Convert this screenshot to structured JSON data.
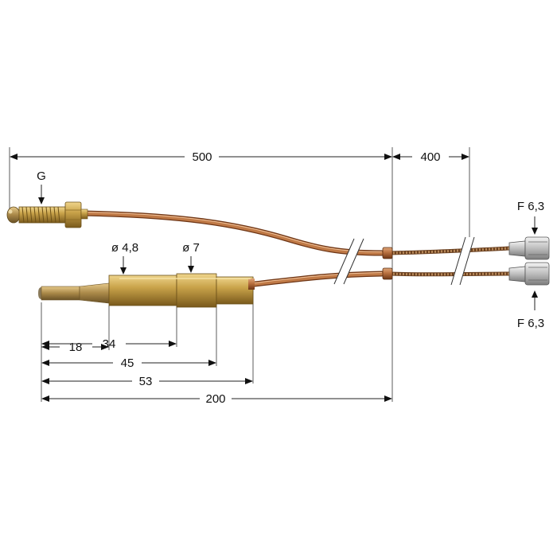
{
  "labels": {
    "thread": "G",
    "dia_bulb": "ø 4,8",
    "dia_sleeve": "ø 7",
    "connector_top": "F 6,3",
    "connector_bottom": "F 6,3"
  },
  "dimensions": {
    "total_length": "500",
    "split_length": "400",
    "bulb_18": "18",
    "bulb_34": "34",
    "bulb_45": "45",
    "bulb_53": "53",
    "bulb_200": "200"
  },
  "colors": {
    "copper": "#b8703f",
    "copper_dark": "#7a3f1c",
    "brass": "#c9a34a",
    "brass_dark": "#8a6a22",
    "steel": "#c8c8c8"
  }
}
